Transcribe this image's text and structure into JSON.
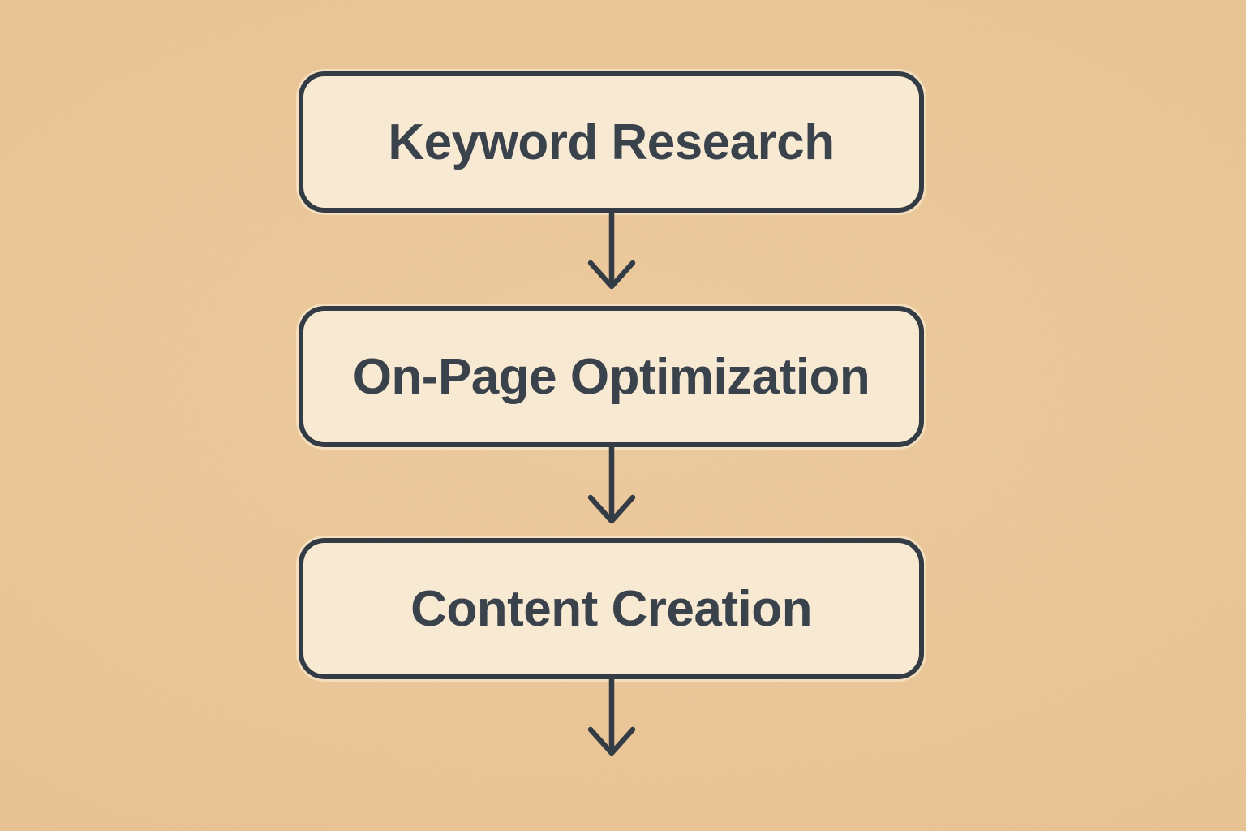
{
  "diagram": {
    "type": "flowchart",
    "direction": "top-down",
    "nodes": [
      {
        "id": "keyword-research",
        "label": "Keyword Research"
      },
      {
        "id": "on-page-optimization",
        "label": "On-Page Optimization"
      },
      {
        "id": "content-creation",
        "label": "Content Creation"
      }
    ],
    "edges": [
      {
        "from": "keyword-research",
        "to": "on-page-optimization",
        "style": "arrow-down"
      },
      {
        "from": "on-page-optimization",
        "to": "content-creation",
        "style": "arrow-down"
      },
      {
        "from": "content-creation",
        "to": "",
        "style": "arrow-down"
      }
    ],
    "colors": {
      "background": "#ebc697",
      "node_fill": "#f8e9d3",
      "node_border": "#333b44",
      "node_text": "#3a424c",
      "arrow": "#333b44"
    }
  }
}
